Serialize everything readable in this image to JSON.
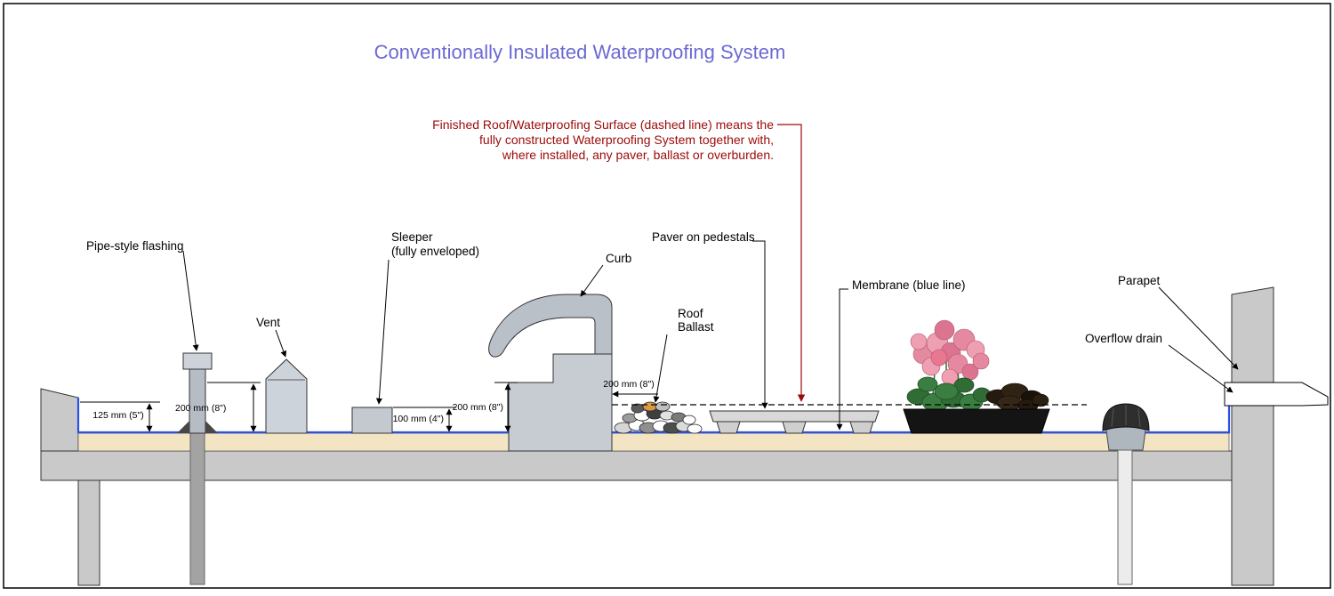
{
  "title": "Conventionally Insulated Waterproofing System",
  "note": {
    "line1": "Finished Roof/Waterproofing Surface (dashed line) means the",
    "line2": "fully constructed Waterproofing System together with,",
    "line3": "where installed, any paver, ballast or overburden."
  },
  "labels": {
    "pipe_flashing": "Pipe-style flashing",
    "vent": "Vent",
    "sleeper_1": "Sleeper",
    "sleeper_2": "(fully enveloped)",
    "curb": "Curb",
    "paver": "Paver on pedestals",
    "ballast_1": "Roof",
    "ballast_2": "Ballast",
    "membrane": "Membrane (blue line)",
    "parapet": "Parapet",
    "overflow": "Overflow drain"
  },
  "dimensions": {
    "flashing_base_height": "125 mm (5\")",
    "pipe_height": "200 mm (8\")",
    "sleeper_height": "100 mm (4\")",
    "curb_step_height": "200 mm (8\")",
    "curb_above_surface": "200 mm (8\")"
  },
  "colors": {
    "title": "#6a6ad4",
    "note": "#9c0a0a",
    "membrane_line": "#2b50e8",
    "insulation": "#f3e5c3",
    "concrete": "#c9c9c9"
  }
}
